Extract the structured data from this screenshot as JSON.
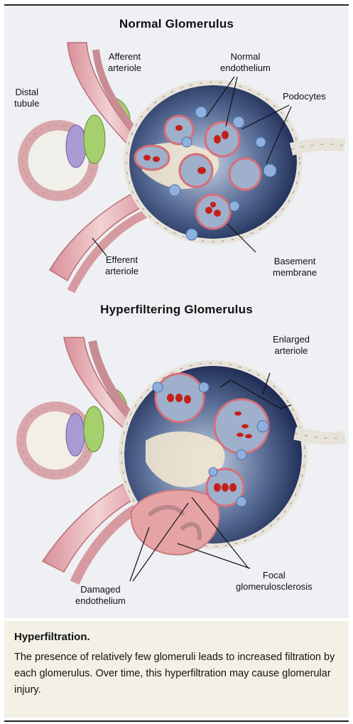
{
  "normal": {
    "title": "Normal Glomerulus",
    "labels": {
      "afferent": [
        "Afferent",
        "arteriole"
      ],
      "distal": [
        "Distal",
        "tubule"
      ],
      "endothelium": [
        "Normal",
        "endothelium"
      ],
      "podocytes": "Podocytes",
      "efferent": [
        "Efferent",
        "arteriole"
      ],
      "basement": [
        "Basement",
        "membrane"
      ]
    }
  },
  "hyper": {
    "title": "Hyperfiltering Glomerulus",
    "labels": {
      "enlarged": [
        "Enlarged",
        "arteriole"
      ],
      "damaged": [
        "Damaged",
        "endothelium"
      ],
      "focal": [
        "Focal",
        "glomerulosclerosis"
      ]
    }
  },
  "caption": {
    "title": "Hyperfiltration.",
    "body": "The presence of relatively few glomeruli leads to increased filtration by each glomerulus. Over time, this hyperfiltration may cause glomerular injury."
  },
  "colors": {
    "capsule_dark": "#1b2a55",
    "vessel_pink": "#e7b9bd",
    "podocyte_blue": "#8fb0dd",
    "macula_green": "#a6cf6d",
    "macula_purple": "#a99ad3",
    "rbc_red": "#c4201a",
    "sclerosis_pink": "#e6a3a6",
    "caption_bg": "#f3f1e6"
  }
}
